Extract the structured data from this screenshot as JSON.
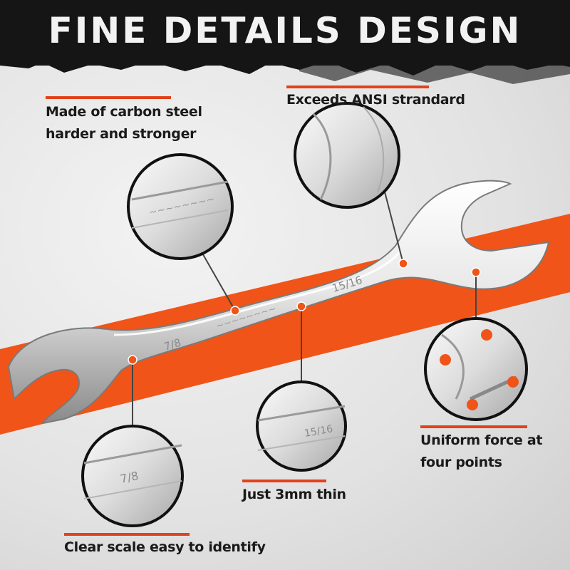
{
  "header": {
    "title": "FINE DETAILS DESIGN"
  },
  "callouts": {
    "carbon_steel": {
      "line1": "Made of carbon steel",
      "line2": "harder and stronger"
    },
    "ansi": {
      "text": "Exceeds ANSI strandard"
    },
    "uniform_force": {
      "line1": "Uniform force at",
      "line2": "four points"
    },
    "thin": {
      "text": "Just 3mm thin"
    },
    "clear_scale": {
      "text": "Clear scale easy to identify"
    }
  },
  "wrench": {
    "size_left": "7/8",
    "size_right": "15/16",
    "detail_left_size": "7/8",
    "detail_thin_size": "15/16"
  },
  "colors": {
    "accent": "#e2421b",
    "header_bg": "#151515",
    "steel_light": "#f4f4f4",
    "steel_dark": "#8d8d8d"
  },
  "icons": [
    "wrench-image",
    "magnifier-circle"
  ]
}
